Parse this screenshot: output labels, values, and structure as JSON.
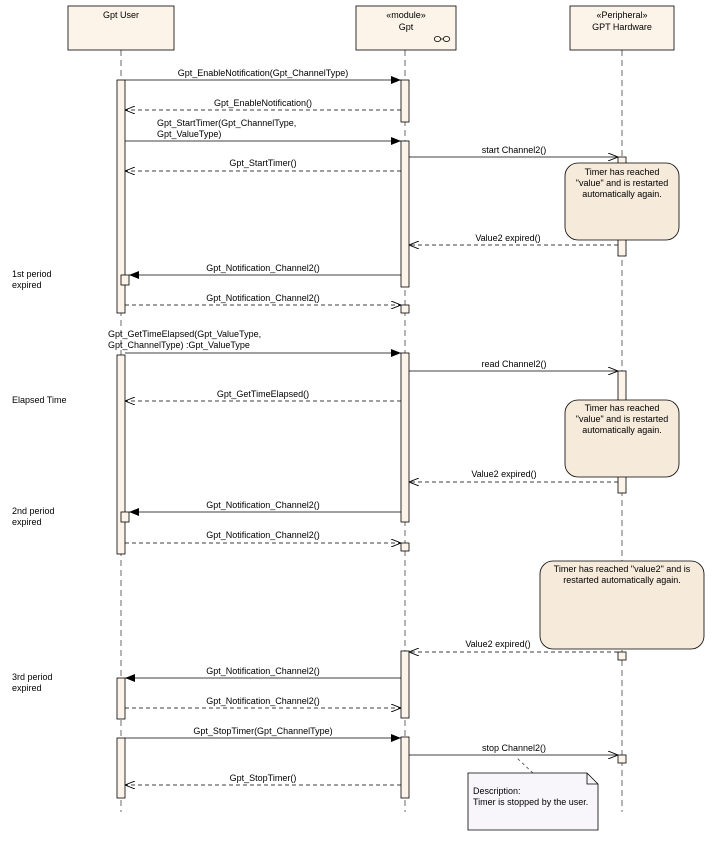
{
  "lifelines": [
    {
      "id": "user",
      "stereotype": "",
      "name": "Gpt User"
    },
    {
      "id": "gpt",
      "stereotype": "«module»",
      "name": "Gpt"
    },
    {
      "id": "hw",
      "stereotype": "«Peripheral»",
      "name": "GPT Hardware"
    }
  ],
  "messages": [
    {
      "from": "user",
      "to": "gpt",
      "kind": "call",
      "text": [
        "Gpt_EnableNotification(Gpt_ChannelType)"
      ]
    },
    {
      "from": "gpt",
      "to": "user",
      "kind": "return",
      "text": [
        "Gpt_EnableNotification()"
      ]
    },
    {
      "from": "user",
      "to": "gpt",
      "kind": "call",
      "text": [
        "Gpt_StartTimer(Gpt_ChannelType,",
        "Gpt_ValueType)"
      ]
    },
    {
      "from": "gpt",
      "to": "hw",
      "kind": "async",
      "text": [
        "start Channel2()"
      ]
    },
    {
      "from": "gpt",
      "to": "user",
      "kind": "return",
      "text": [
        "Gpt_StartTimer()"
      ]
    },
    {
      "from": "hw",
      "to": "gpt",
      "kind": "return",
      "text": [
        "Value2 expired()"
      ]
    },
    {
      "from": "gpt",
      "to": "user",
      "kind": "call",
      "text": [
        "Gpt_Notification_Channel2()"
      ]
    },
    {
      "from": "user",
      "to": "gpt",
      "kind": "return",
      "text": [
        "Gpt_Notification_Channel2()"
      ]
    },
    {
      "from": "user",
      "to": "gpt",
      "kind": "call",
      "text": [
        "Gpt_GetTimeElapsed(Gpt_ValueType,",
        "Gpt_ChannelType) :Gpt_ValueType"
      ]
    },
    {
      "from": "gpt",
      "to": "hw",
      "kind": "async",
      "text": [
        "read Channel2()"
      ]
    },
    {
      "from": "gpt",
      "to": "user",
      "kind": "return",
      "text": [
        "Gpt_GetTimeElapsed()"
      ]
    },
    {
      "from": "hw",
      "to": "gpt",
      "kind": "return",
      "text": [
        "Value2 expired()"
      ]
    },
    {
      "from": "gpt",
      "to": "user",
      "kind": "call",
      "text": [
        "Gpt_Notification_Channel2()"
      ]
    },
    {
      "from": "user",
      "to": "gpt",
      "kind": "return",
      "text": [
        "Gpt_Notification_Channel2()"
      ]
    },
    {
      "from": "hw",
      "to": "gpt",
      "kind": "return",
      "text": [
        "Value2 expired()"
      ]
    },
    {
      "from": "gpt",
      "to": "user",
      "kind": "call",
      "text": [
        "Gpt_Notification_Channel2()"
      ]
    },
    {
      "from": "user",
      "to": "gpt",
      "kind": "return",
      "text": [
        "Gpt_Notification_Channel2()"
      ]
    },
    {
      "from": "user",
      "to": "gpt",
      "kind": "call",
      "text": [
        "Gpt_StopTimer(Gpt_ChannelType)"
      ]
    },
    {
      "from": "gpt",
      "to": "hw",
      "kind": "async",
      "text": [
        "stop Channel2()"
      ]
    },
    {
      "from": "gpt",
      "to": "user",
      "kind": "return",
      "text": [
        "Gpt_StopTimer()"
      ]
    }
  ],
  "side_labels": [
    [
      "1st period",
      "expired"
    ],
    [
      "Elapsed Time"
    ],
    [
      "2nd period",
      "expired"
    ],
    [
      "3rd period",
      "expired"
    ]
  ],
  "notes": [
    {
      "kind": "state",
      "text": [
        "Timer has reached",
        "\"value\" and is restarted",
        "automatically again."
      ]
    },
    {
      "kind": "state",
      "text": [
        "Timer has reached",
        "\"value\" and is restarted",
        "automatically again."
      ]
    },
    {
      "kind": "state",
      "text": [
        "Timer has reached \"value2\" and is",
        "restarted automatically again."
      ]
    },
    {
      "kind": "comment",
      "text": [
        "Description:",
        "Timer is stopped by the user."
      ]
    }
  ],
  "colors": {
    "fill": "#fcf4e8",
    "note_fill": "#f6ebdb",
    "comment_fill": "#f8f6fa",
    "line": "#000000",
    "lifeline": "#444444"
  }
}
